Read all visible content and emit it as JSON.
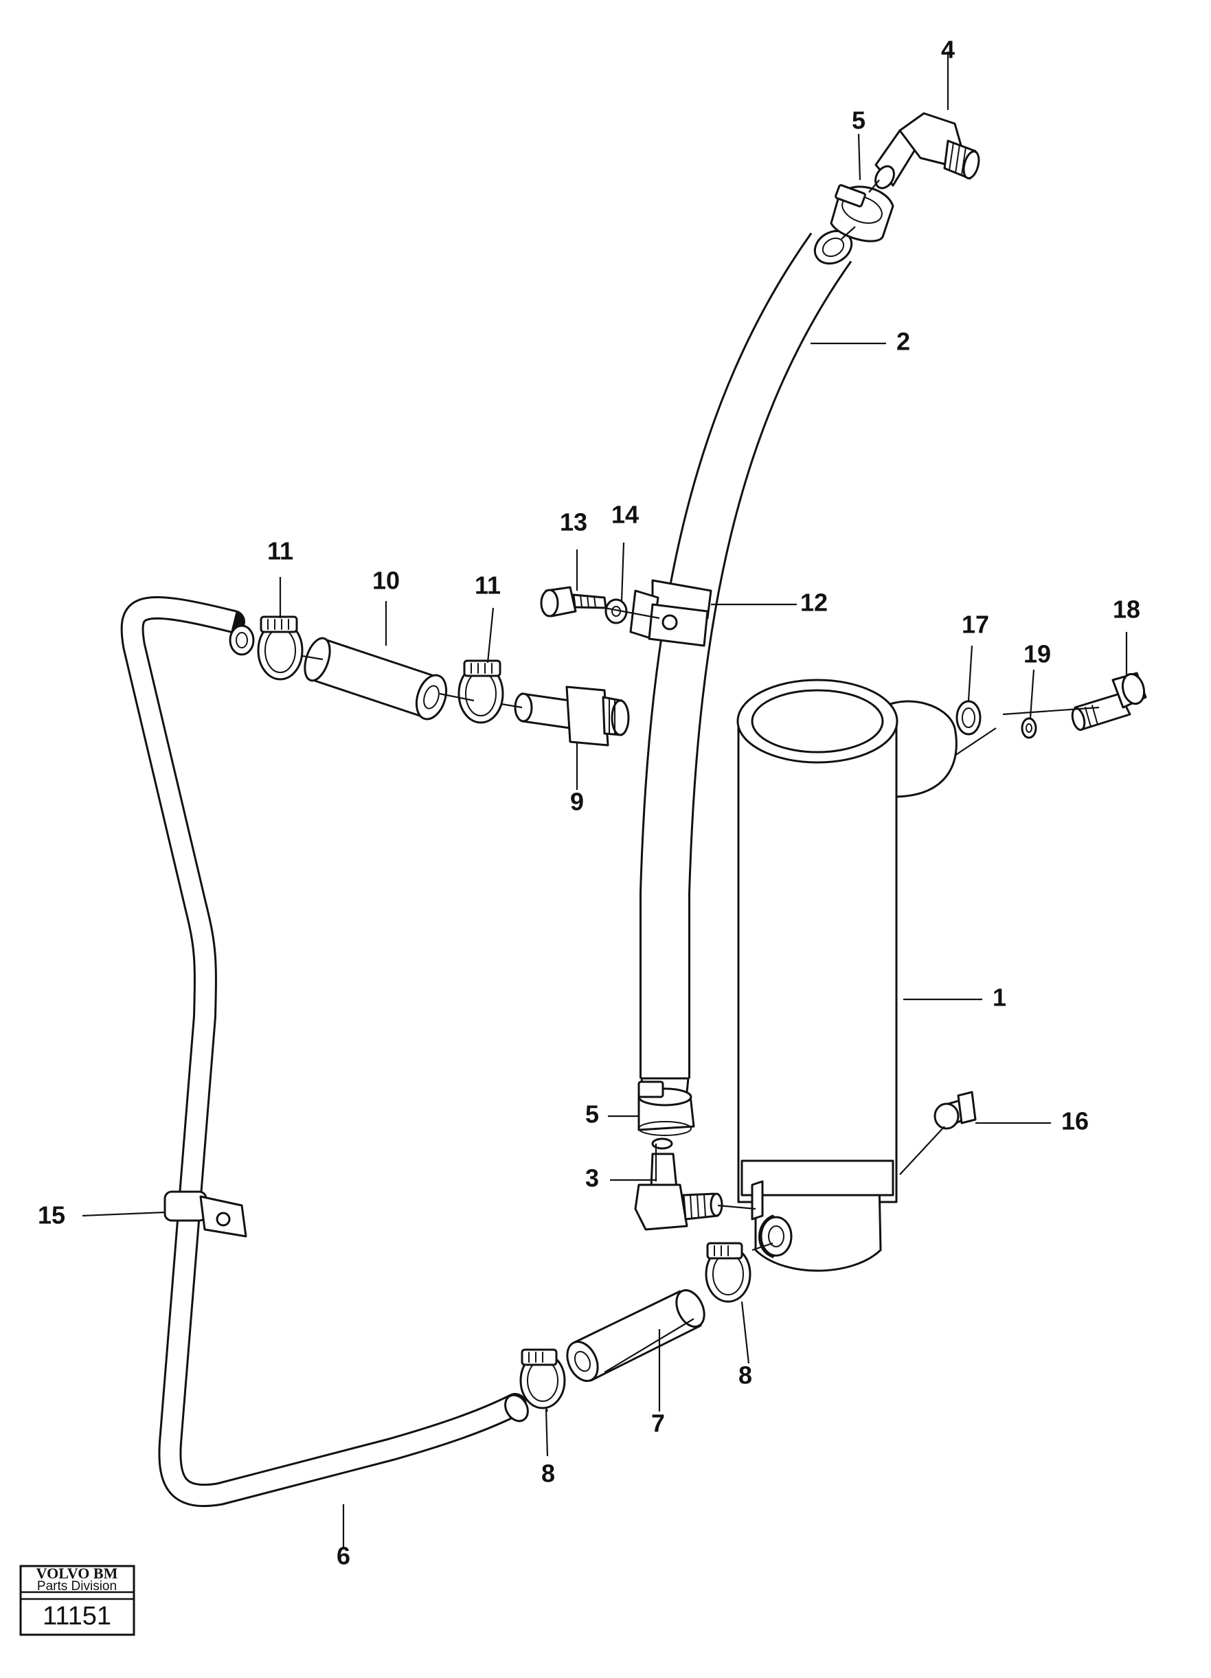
{
  "callouts": [
    {
      "id": "1",
      "label": "1"
    },
    {
      "id": "2",
      "label": "2"
    },
    {
      "id": "3",
      "label": "3"
    },
    {
      "id": "4",
      "label": "4"
    },
    {
      "id": "5a",
      "label": "5"
    },
    {
      "id": "5b",
      "label": "5"
    },
    {
      "id": "6",
      "label": "6"
    },
    {
      "id": "7",
      "label": "7"
    },
    {
      "id": "8a",
      "label": "8"
    },
    {
      "id": "8b",
      "label": "8"
    },
    {
      "id": "9",
      "label": "9"
    },
    {
      "id": "10",
      "label": "10"
    },
    {
      "id": "11a",
      "label": "11"
    },
    {
      "id": "11b",
      "label": "11"
    },
    {
      "id": "12",
      "label": "12"
    },
    {
      "id": "13",
      "label": "13"
    },
    {
      "id": "14",
      "label": "14"
    },
    {
      "id": "15",
      "label": "15"
    },
    {
      "id": "16",
      "label": "16"
    },
    {
      "id": "17",
      "label": "17"
    },
    {
      "id": "18",
      "label": "18"
    },
    {
      "id": "19",
      "label": "19"
    }
  ],
  "stamp": {
    "brand": "VOLVO BM",
    "division": "Parts Division",
    "number": "11151"
  }
}
